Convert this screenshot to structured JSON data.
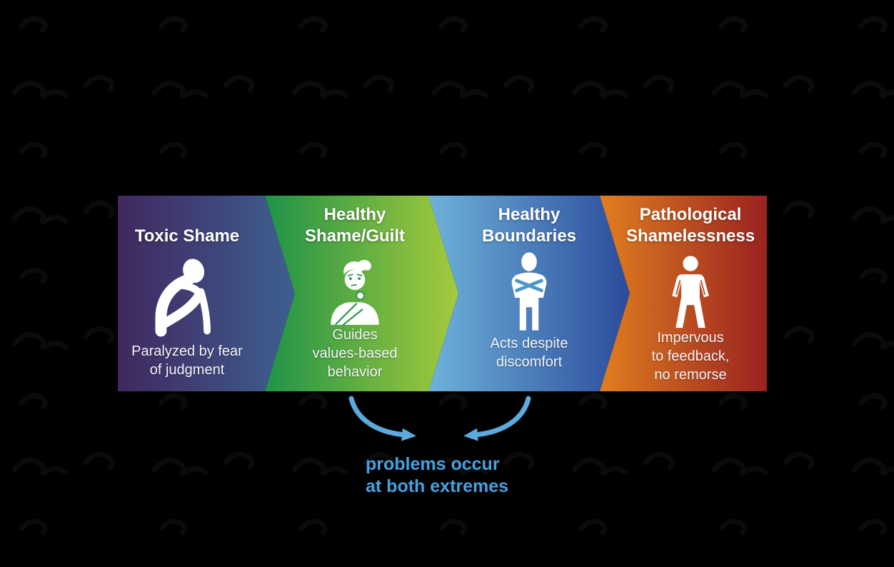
{
  "background_color": "#000000",
  "banner": {
    "segments": [
      {
        "name": "toxic-shame",
        "title_lines": [
          "Toxic Shame"
        ],
        "description_lines": [
          "Paralyzed by fear",
          "of judgment"
        ],
        "icon": "hunched-person-icon",
        "gradient_start": "#40285f",
        "gradient_end": "#3d5f90"
      },
      {
        "name": "healthy-shame-guilt",
        "title_lines": [
          "Healthy",
          "Shame/Guilt"
        ],
        "description_lines": [
          "Guides",
          "values-based",
          "behavior"
        ],
        "icon": "worried-thinker-icon",
        "gradient_start": "#1f9348",
        "gradient_end": "#a6ca3c"
      },
      {
        "name": "healthy-boundaries",
        "title_lines": [
          "Healthy",
          "Boundaries"
        ],
        "description_lines": [
          "Acts despite",
          "discomfort"
        ],
        "icon": "arms-crossed-person-icon",
        "gradient_start": "#6eb2da",
        "gradient_end": "#2b4b9b"
      },
      {
        "name": "pathological-shamelessness",
        "title_lines": [
          "Pathological",
          "Shamelessness"
        ],
        "description_lines": [
          "Impervous",
          "to feedback,",
          "no remorse"
        ],
        "icon": "standing-person-icon",
        "gradient_start": "#e07e1f",
        "gradient_end": "#992220"
      }
    ]
  },
  "annotation": {
    "lines": [
      "problems occur",
      "at both extremes"
    ],
    "text_color": "#45a1e1",
    "arrow_color": "#5ca9dd"
  }
}
